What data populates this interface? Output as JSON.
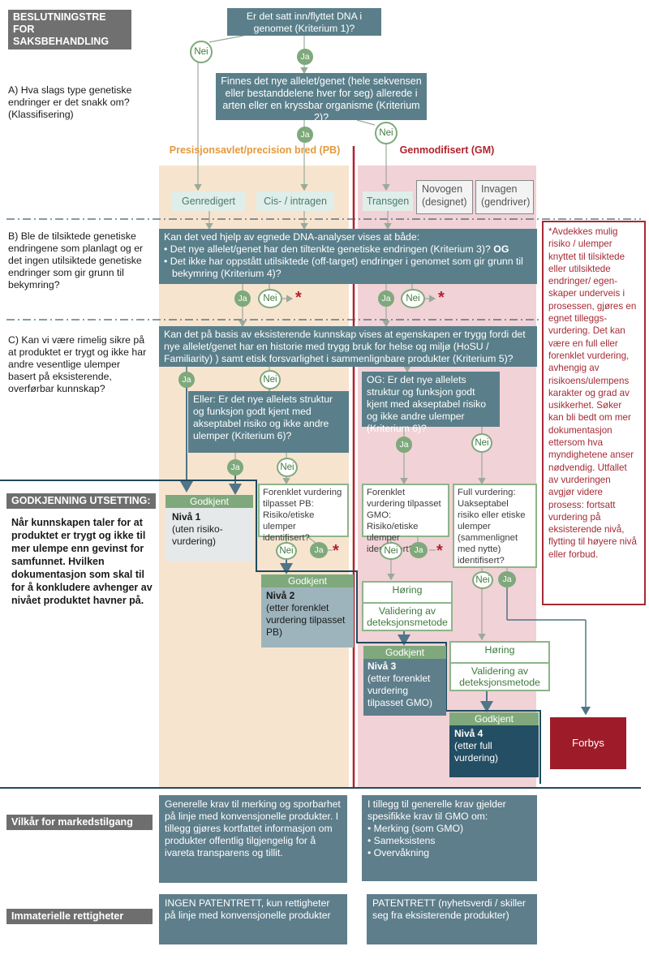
{
  "title": "BESLUTNINGSTRE FOR SAKSBEHANDLING",
  "q_top": "Er det satt inn/flyttet DNA i genomet (Kriterium 1)?",
  "q_allele": "Finnes det nye allelet/genet (hele sekvensen eller bestanddelene hver for seg) allerede i arten eller en kryssbar organisme (Kriterium 2)?",
  "question_a": "A) Hva slags type genetiske endringer er det snakk om? (Klassifisering)",
  "question_b": "B) Ble de tilsiktede genetiske endringene som planlagt og er det ingen utilsiktede genetiske endringer som gir grunn til bekymring?",
  "question_c": "C) Kan vi være rimelig sikre på at produktet er trygt og ikke har andre vesentlige ulemper basert på eksisterende, overførbar kunnskap?",
  "labels": {
    "yes": "Ja",
    "no": "Nei",
    "star": "*"
  },
  "col_pb": "Presisjonsavlet/precision bred (PB)",
  "col_gm": "Genmodifisert (GM)",
  "cat_genredigert": "Genredigert",
  "cat_cis": "Cis- / intragen",
  "cat_transgen": "Transgen",
  "cat_novogen": "Novogen (designet)",
  "cat_invagen": "Invagen (gendriver)",
  "b_box": {
    "intro": "Kan det ved hjelp av egnede DNA-analyser vises at både:",
    "item1": "• Det nye allelet/genet har den tiltenkte genetiske endringen (Kriterium 3)?",
    "og": "OG",
    "item2": "• Det ikke har oppstått utilsiktede (off-target) endringer i genomet som gir grunn til bekymring (Kriterium 4)?"
  },
  "c_box": "Kan det på basis av eksisterende kunnskap vises at egenskapen er trygg fordi det nye allelet/genet har en historie med trygg bruk for helse og miljø (HoSU / Familiarity) ) samt etisk forsvarlighet i sammenlignbare produkter (Kriterium 5)?",
  "c_pb": "Eller: Er det nye allelets struktur og funksjon godt kjent med akseptabel risiko og ikke andre ulemper (Kriterium 6)?",
  "c_gm": "OG: Er det nye allelets struktur og funksjon godt kjent med akseptabel risiko og ikke andre ulemper (Kriterium 6)?",
  "side_note": "*Avdekkes mulig risiko / ulemper knyttet til tilsiktede eller utilsiktede endringer/ egen-skaper underveis i prosessen, gjøres en egnet tilleggs-vurdering. Det kan være en full eller forenklet vurdering, avhengig av risikoens/ulempens karakter og grad av usikkerhet. Søker kan bli bedt om mer dokumentasjon ettersom hva myndighetene anser nødvendig. Utfallet av vurderingen avgjør videre prosess: fortsatt vurdering på eksisterende nivå, flytting til høyere nivå eller forbud.",
  "approval_title": "GODKJENNING UTSETTING:",
  "approval_text": "Når kunnskapen taler for at produktet er trygt og ikke til mer ulempe enn gevinst for samfunnet. Hvilken dokumentasjon som skal til for å konkludere avhenger av nivået produktet havner på.",
  "godkjent": "Godkjent",
  "level1": {
    "name": "Nivå 1",
    "desc": "(uten risiko-vurdering)"
  },
  "level2": {
    "name": "Nivå 2",
    "desc": "(etter forenklet vurdering tilpasset PB)"
  },
  "level3": {
    "name": "Nivå 3",
    "desc": "(etter forenklet vurdering tilpasset GMO)"
  },
  "level4": {
    "name": "Nivå 4",
    "desc": "(etter full vurdering)"
  },
  "simplified_pb": "Forenklet vurdering tilpasset PB: Risiko/etiske ulemper identifisert?",
  "simplified_gmo": "Forenklet vurdering tilpasset GMO: Risiko/etiske ulemper identifisert?",
  "full_assessment": "Full vurdering: Uakseptabel risiko eller etiske ulemper (sammenlignet med nytte) identifisert?",
  "horing": "Høring",
  "validering": "Validering av deteksjonsmetode",
  "forbys": "Forbys",
  "market_label": "Vilkår for markedstilgang",
  "market_pb": "Generelle krav til merking og sporbarhet på linje med konvensjonelle produkter. I tillegg gjøres kortfattet informasjon om produkter offentlig tilgjengelig for å ivareta transparens og tillit.",
  "market_gm": {
    "intro": "I tillegg til generelle krav gjelder spesifikke krav til GMO om:",
    "items": [
      "• Merking (som GMO)",
      "• Sameksistens",
      "• Overvåkning"
    ]
  },
  "ip_label": "Immaterielle rettigheter",
  "ip_pb": "INGEN PATENTRETT, kun rettigheter på linje med konvensjonelle produkter",
  "ip_gm": "PATENTRETT (nyhetsverdi / skiller seg fra eksisterende produkter)"
}
